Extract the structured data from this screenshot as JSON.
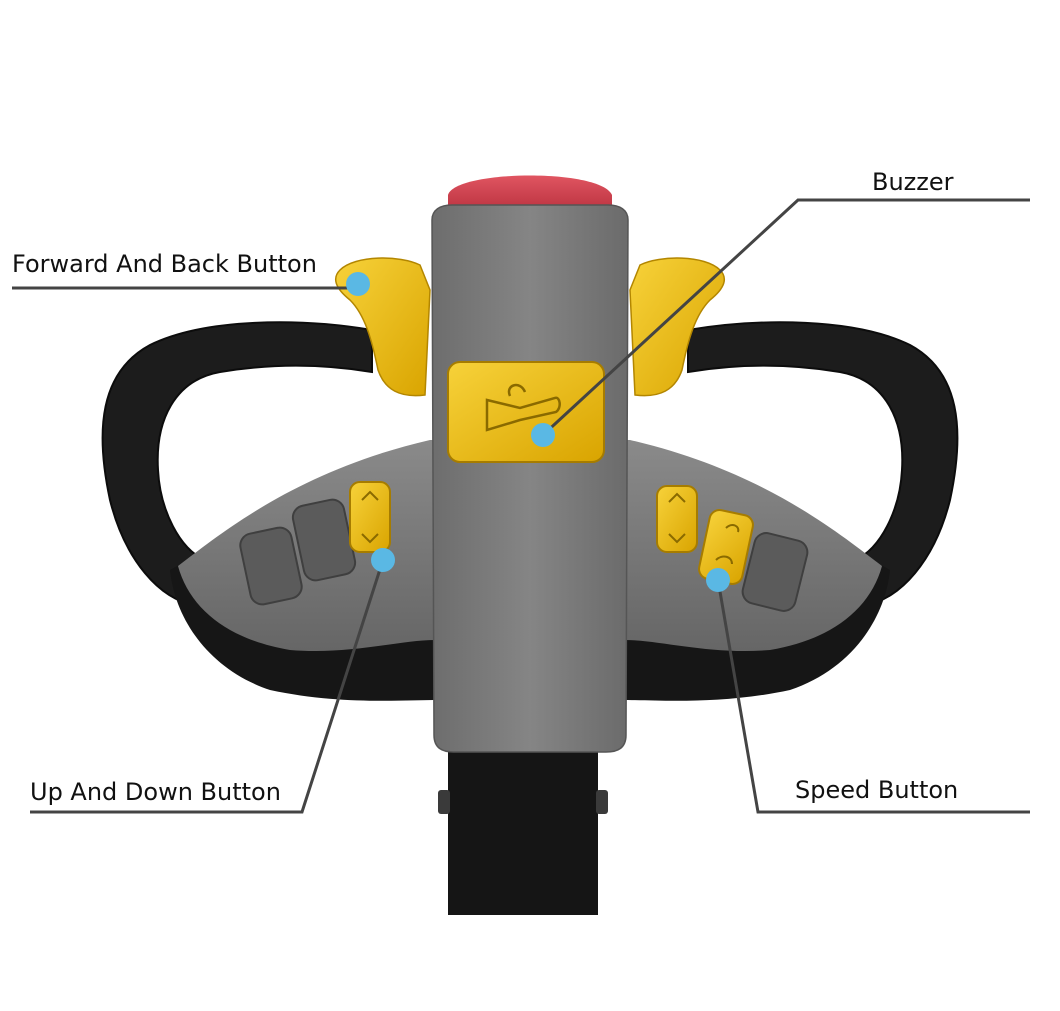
{
  "labels": {
    "forward_back": "Forward And Back Button",
    "buzzer": "Buzzer",
    "up_down": "Up And Down Button",
    "speed": "Speed Button"
  },
  "colors": {
    "housing": "#7a7a7a",
    "housing_dark": "#5f5f5f",
    "handle": "#1b1b1b",
    "accent_yellow": "#f2c01a",
    "stop_red": "#c7303c",
    "marker_blue": "#5ab8e4",
    "leader_line": "#444444"
  },
  "icons": {
    "buzzer_button": "horn-icon",
    "up_down_button": "arrow-up-down-icon",
    "speed_button": "tortoise-hare-icon"
  }
}
